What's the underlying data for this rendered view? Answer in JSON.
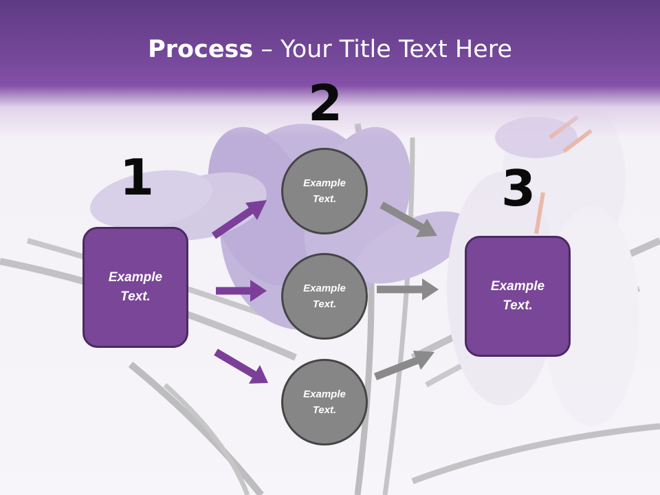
{
  "title": {
    "bold": "Process",
    "rest": " – Your Title Text Here"
  },
  "steps": {
    "one": "1",
    "two": "2",
    "three": "3"
  },
  "nodes": {
    "left_box": "Example Text.",
    "right_box": "Example Text.",
    "circle_top": "Example Text.",
    "circle_middle": "Example Text.",
    "circle_bottom": "Example Text."
  },
  "colors": {
    "header_purple": "#7a4b9f",
    "box_fill": "#7a4697",
    "box_border": "#4a2a63",
    "circle_fill": "#868686",
    "circle_border": "#454545",
    "arrow_purple": "#7b3f99",
    "arrow_gray": "#8a8a8a"
  }
}
